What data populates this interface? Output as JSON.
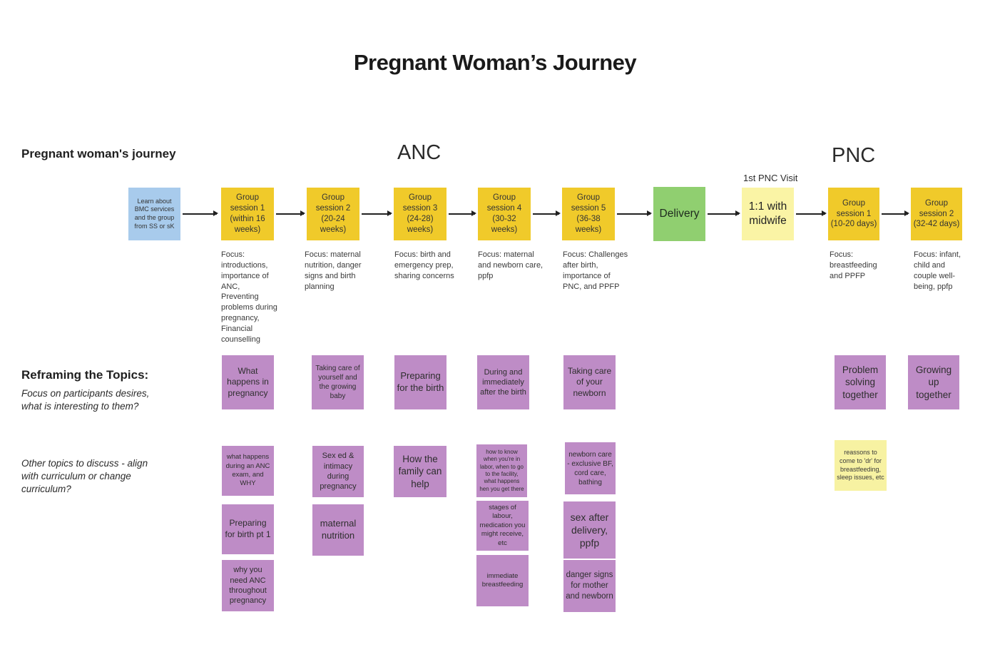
{
  "title": "Pregnant Woman’s Journey",
  "labels": {
    "journey_row": "Pregnant woman's journey",
    "anc": "ANC",
    "pnc": "PNC",
    "first_pnc_visit": "1st PNC Visit",
    "reframing_heading": "Reframing the Topics:",
    "reframing_sub": "Focus on participants desires, what is interesting to them?",
    "other_topics": "Other topics to discuss - align with curriculum or change curriculum?"
  },
  "flow": {
    "entry": "Learn about BMC services and the group from SS or sK",
    "delivery": "Delivery",
    "midwife": "1:1 with midwife",
    "anc_sessions": [
      {
        "label": "Group session 1 (within 16 weeks)",
        "focus": "Focus: introductions, importance of ANC, Preventing problems during pregnancy, Financial counselling"
      },
      {
        "label": "Group session 2 (20-24 weeks)",
        "focus": "Focus: maternal nutrition, danger signs and birth planning"
      },
      {
        "label": "Group session 3 (24-28) weeks)",
        "focus": "Focus: birth and emergency prep, sharing concerns"
      },
      {
        "label": "Group session 4 (30-32 weeks)",
        "focus": "Focus: maternal and newborn care, ppfp"
      },
      {
        "label": "Group session 5 (36-38 weeks)",
        "focus": "Focus: Challenges after birth, importance of PNC, and PPFP"
      }
    ],
    "pnc_sessions": [
      {
        "label": "Group session 1 (10-20 days)",
        "focus": "Focus: breastfeeding and PPFP"
      },
      {
        "label": "Group session 2 (32-42 days)",
        "focus": "Focus: infant, child  and couple well-being, ppfp"
      }
    ]
  },
  "reframing_notes": [
    "What happens in pregnancy",
    "Taking care of yourself and the growing baby",
    "Preparing for the birth",
    "During and immediately after the birth",
    "Taking care of your newborn",
    "Problem solving together",
    "Growing up together"
  ],
  "other_notes": {
    "col1": [
      "what happens during an ANC exam, and WHY",
      "Preparing for birth pt 1",
      "why you need ANC throughout pregnancy"
    ],
    "col2": [
      "Sex ed & intimacy during pregnancy",
      "maternal nutrition"
    ],
    "col3": [
      "How the family can help"
    ],
    "col4": [
      "how to know when you're in labor, when to go to the facility, what happens hen you get there",
      "stages of labour, medication you might receive, etc",
      "immediate breastfeeding"
    ],
    "col5": [
      "newborn care - exclusive BF, cord care, bathing",
      "sex after delivery, ppfp",
      "danger signs for mother and newborn"
    ],
    "yellow": "reassons to come to 'dr' for breastfeeding, sleep issues, etc"
  },
  "colors": {
    "session_yellow": "#F0CA2A",
    "entry_blue": "#A8CBEC",
    "delivery_green": "#90CF70",
    "midwife_paleyellow": "#FAF4A5",
    "topic_purple": "#BE8CC6",
    "note_paleyellow": "#F7F2A2"
  }
}
